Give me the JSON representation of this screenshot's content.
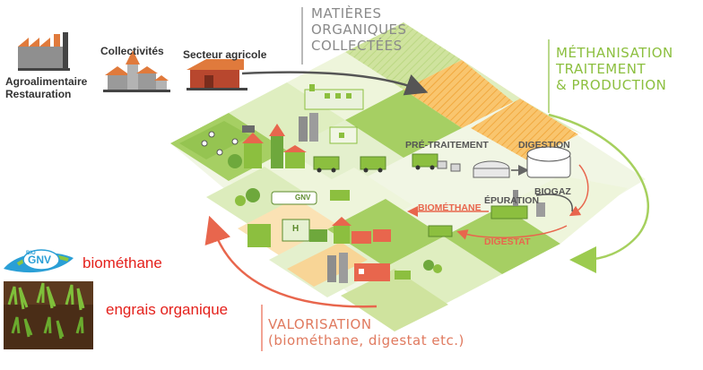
{
  "sources": [
    {
      "label_lines": [
        "Agroalimentaire",
        "Restauration"
      ],
      "icon": "factory-icon"
    },
    {
      "label": "Collectivités",
      "icon": "village-icon"
    },
    {
      "label": "Secteur agricole",
      "icon": "barn-icon"
    }
  ],
  "stages": {
    "collected": [
      "MATIÈRES",
      "ORGANIQUES",
      "COLLECTÉES"
    ],
    "methanisation": [
      "MÉTHANISATION",
      "TRAITEMENT",
      "& PRODUCTION"
    ],
    "valorisation": [
      "VALORISATION",
      "(biométhane, digestat etc.)"
    ]
  },
  "process_labels": {
    "pretraitement": "PRÉ-TRAITEMENT",
    "digestion": "DIGESTION",
    "biogaz": "BIOGAZ",
    "epuration": "ÉPURATION",
    "biomethane": "BIOMÉTHANE",
    "digestat": "DIGESTAT"
  },
  "scene_labels": {
    "bus": "GNV",
    "hospital": "H"
  },
  "legend": {
    "gnv_logo": {
      "lines": [
        "BIO",
        "GNV"
      ]
    },
    "items": [
      "biométhane",
      "engrais organique"
    ]
  },
  "colors": {
    "grey_text": "#8a8a8a",
    "green_text": "#8cbf3f",
    "orange_text": "#e07a5f",
    "legend_red": "#e4211c",
    "tile_light": "#eef4dc",
    "tile_green": "#a9cf65",
    "tile_orange": "#f8c16a"
  }
}
